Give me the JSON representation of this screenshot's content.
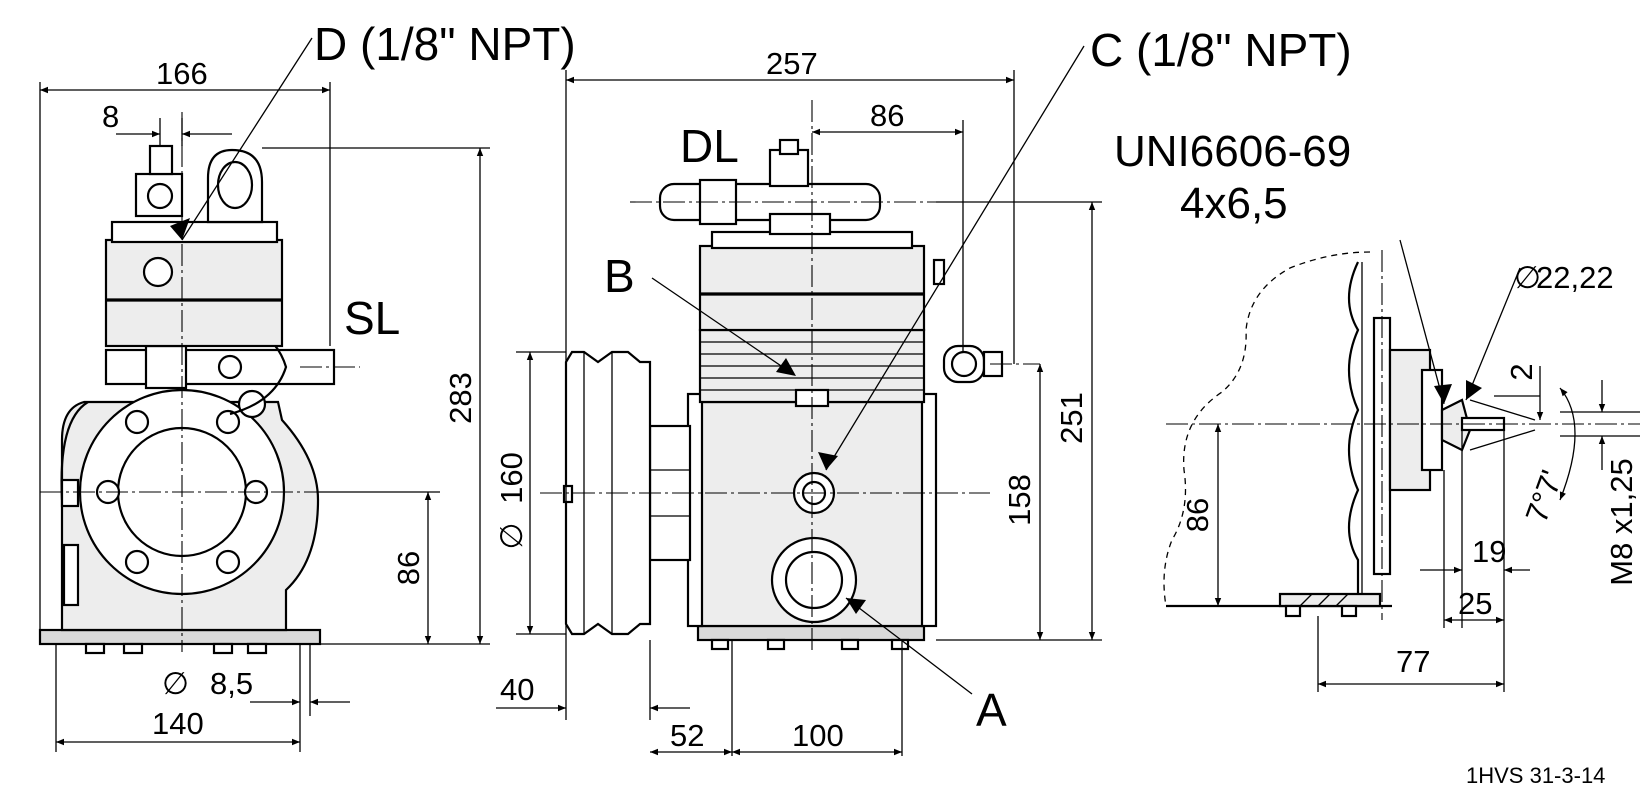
{
  "labels": {
    "port_d": "D (1/8\" NPT)",
    "port_c": "C (1/8\" NPT)",
    "port_dl": "DL",
    "port_sl": "SL",
    "port_b": "B",
    "port_a": "A",
    "standard": "UNI6606-69",
    "standard_spec": "4x6,5",
    "drawing_ref": "1HVS 31-3-14"
  },
  "dimensions": {
    "left_width": "166",
    "left_offset": "8",
    "left_height": "283",
    "left_shaft_height": "86",
    "left_base_width": "140",
    "left_hole_dia": "8,5",
    "center_width": "257",
    "center_port_offset": "86",
    "center_pulley_dia": "160",
    "center_height": "251",
    "center_shaft_height": "158",
    "center_pulley_offset": "40",
    "center_base_offset": "52",
    "center_base_width": "100",
    "right_bore_dia": "22,22",
    "right_depth": "2",
    "right_angle": "7°7'",
    "right_thread": "M8 x1,25",
    "right_shaft_height": "86",
    "right_len_19": "19",
    "right_len_25": "25",
    "right_len_77": "77"
  }
}
